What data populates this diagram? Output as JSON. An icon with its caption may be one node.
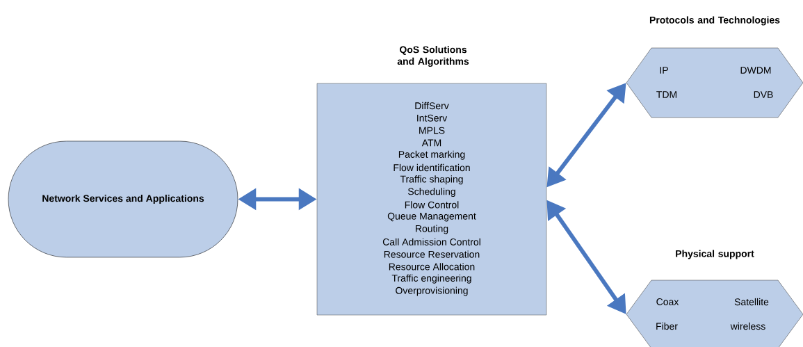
{
  "diagram": {
    "nodes": [
      {
        "text": [
          "Network Services and Applications"
        ]
      },
      {
        "text": [
          "QoS Solutions and Algorithms",
          "DiffServ",
          "IntServ",
          "MPLS",
          "ATM",
          "Packet marking",
          "Flow identification",
          "Traffic shaping",
          "Scheduling",
          "Flow Control",
          "Queue Management",
          "Routing",
          "Call Admission Control",
          "Resource Reservation",
          "Resource Allocation",
          "Traffic engineering",
          "Overprovisioning"
        ]
      },
      {
        "text": [
          "Protocols and Technologies",
          "IP",
          "DWDM",
          "TDM",
          "DVB"
        ]
      },
      {
        "text": [
          "Physical support",
          "Coax",
          "Satellite",
          "Fiber",
          "wireless"
        ]
      }
    ],
    "edges": [
      {
        "from": 0,
        "to": 1,
        "arrow": "both"
      },
      {
        "from": 1,
        "to": 2,
        "arrow": "both"
      },
      {
        "from": 1,
        "to": 3,
        "arrow": "both"
      }
    ]
  }
}
